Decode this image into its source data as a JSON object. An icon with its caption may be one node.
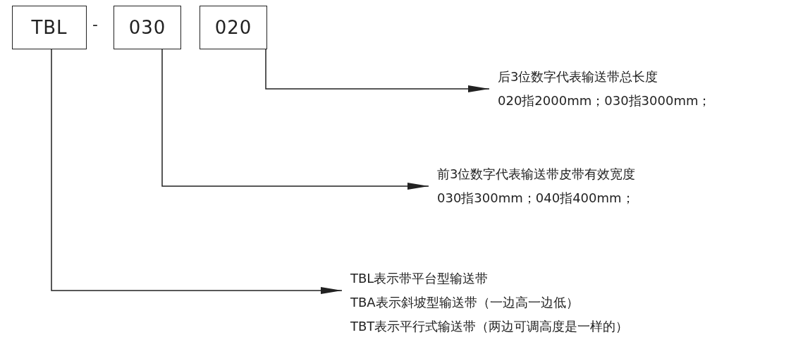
{
  "diagram": {
    "nodes": [
      {
        "text": [
          "TBL"
        ]
      },
      {
        "text": [
          "030"
        ]
      },
      {
        "text": [
          "020"
        ]
      },
      {
        "text": [
          "后3位数字代表输送带总长度",
          "020指2000mm；030指3000mm；"
        ]
      },
      {
        "text": [
          "前3位数字代表输送带皮带有效宽度",
          "030指300mm；040指400mm；"
        ]
      },
      {
        "text": [
          "TBL表示带平台型输送带",
          "TBA表示斜坡型输送带（一边高一边低）",
          "TBT表示平行式输送带（两边可调高度是一样的）"
        ]
      }
    ],
    "edges": [
      {
        "from": 2,
        "to": 3,
        "arrow": "to"
      },
      {
        "from": 1,
        "to": 4,
        "arrow": "to"
      },
      {
        "from": 0,
        "to": 5,
        "arrow": "to"
      }
    ],
    "labels": [
      "-"
    ]
  }
}
